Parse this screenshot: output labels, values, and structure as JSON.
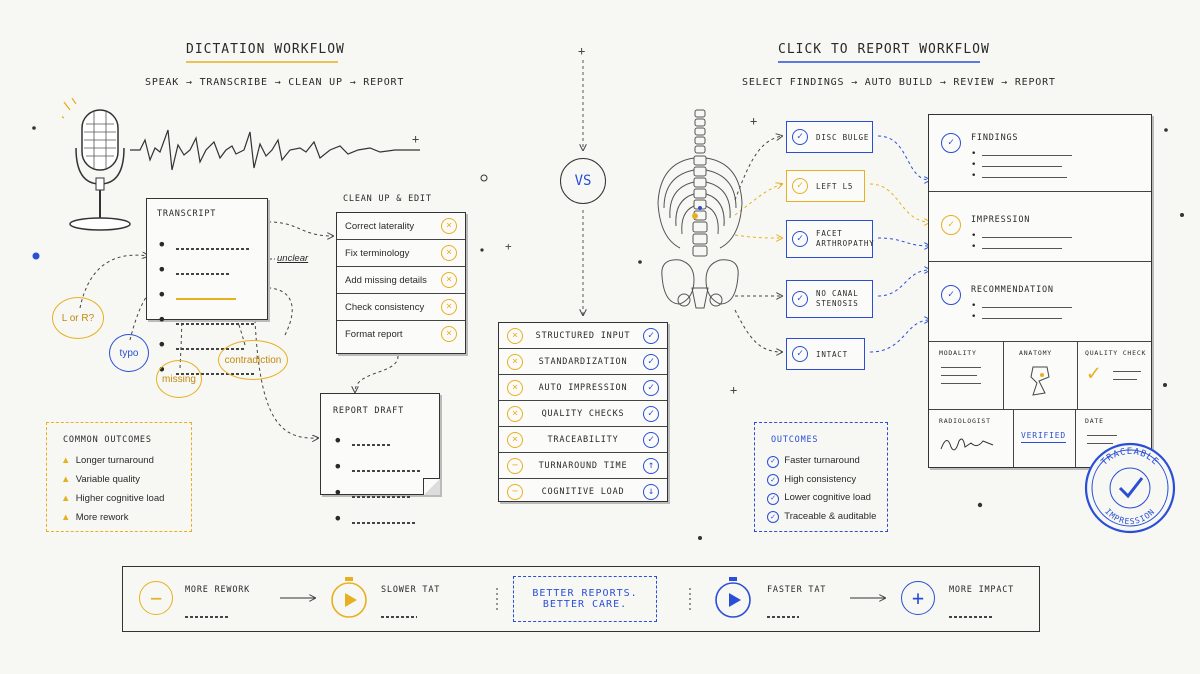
{
  "left": {
    "title": "Dictation Workflow",
    "steps": "SPEAK → TRANSCRIBE → CLEAN UP → REPORT",
    "transcript_title": "TRANSCRIPT",
    "unclear": "unclear",
    "bubbles": [
      "L or R?",
      "typo",
      "missing",
      "contradiction"
    ],
    "cleanup_title": "CLEAN UP & EDIT",
    "cleanup_items": [
      "Correct laterality",
      "Fix terminology",
      "Add missing details",
      "Check consistency",
      "Format report"
    ],
    "draft_title": "REPORT DRAFT",
    "outcomes_title": "COMMON OUTCOMES",
    "outcomes": [
      "Longer turnaround",
      "Variable quality",
      "Higher cognitive load",
      "More rework"
    ]
  },
  "vs": "VS",
  "compare": [
    {
      "label": "STRUCTURED INPUT",
      "left": "×",
      "right": "✓"
    },
    {
      "label": "STANDARDIZATION",
      "left": "×",
      "right": "✓"
    },
    {
      "label": "AUTO IMPRESSION",
      "left": "×",
      "right": "✓"
    },
    {
      "label": "QUALITY CHECKS",
      "left": "×",
      "right": "✓"
    },
    {
      "label": "TRACEABILITY",
      "left": "×",
      "right": "✓"
    },
    {
      "label": "TURNAROUND TIME",
      "left": "−",
      "right": "↑"
    },
    {
      "label": "COGNITIVE LOAD",
      "left": "−",
      "right": "↓"
    }
  ],
  "right": {
    "title": "Click to Report Workflow",
    "steps": "SELECT FINDINGS → AUTO BUILD → REVIEW → REPORT",
    "tags": [
      "DISC BULGE",
      "LEFT L5",
      "FACET ARTHROPATHY",
      "NO CANAL STENOSIS",
      "INTACT"
    ],
    "report_sections": [
      "FINDINGS",
      "IMPRESSION",
      "RECOMMENDATION"
    ],
    "meta": [
      "MODALITY",
      "ANATOMY",
      "QUALITY CHECK"
    ],
    "radiologist": "RADIOLOGIST",
    "verified": "VERIFIED",
    "date": "DATE",
    "stamp_top": "TRACEABLE",
    "stamp_bottom": "IMPRESSION",
    "outcomes_title": "OUTCOMES",
    "outcomes": [
      "Faster turnaround",
      "High consistency",
      "Lower cognitive load",
      "Traceable & auditable"
    ]
  },
  "footer": {
    "more_rework": "MORE REWORK",
    "slower_tat": "SLOWER TAT",
    "center_line1": "BETTER REPORTS.",
    "center_line2": "BETTER CARE.",
    "faster_tat": "FASTER TAT",
    "more_impact": "MORE IMPACT"
  },
  "colors": {
    "yellow": "#e8b020",
    "blue": "#2a4fd6",
    "ink": "#2a2a2a"
  }
}
